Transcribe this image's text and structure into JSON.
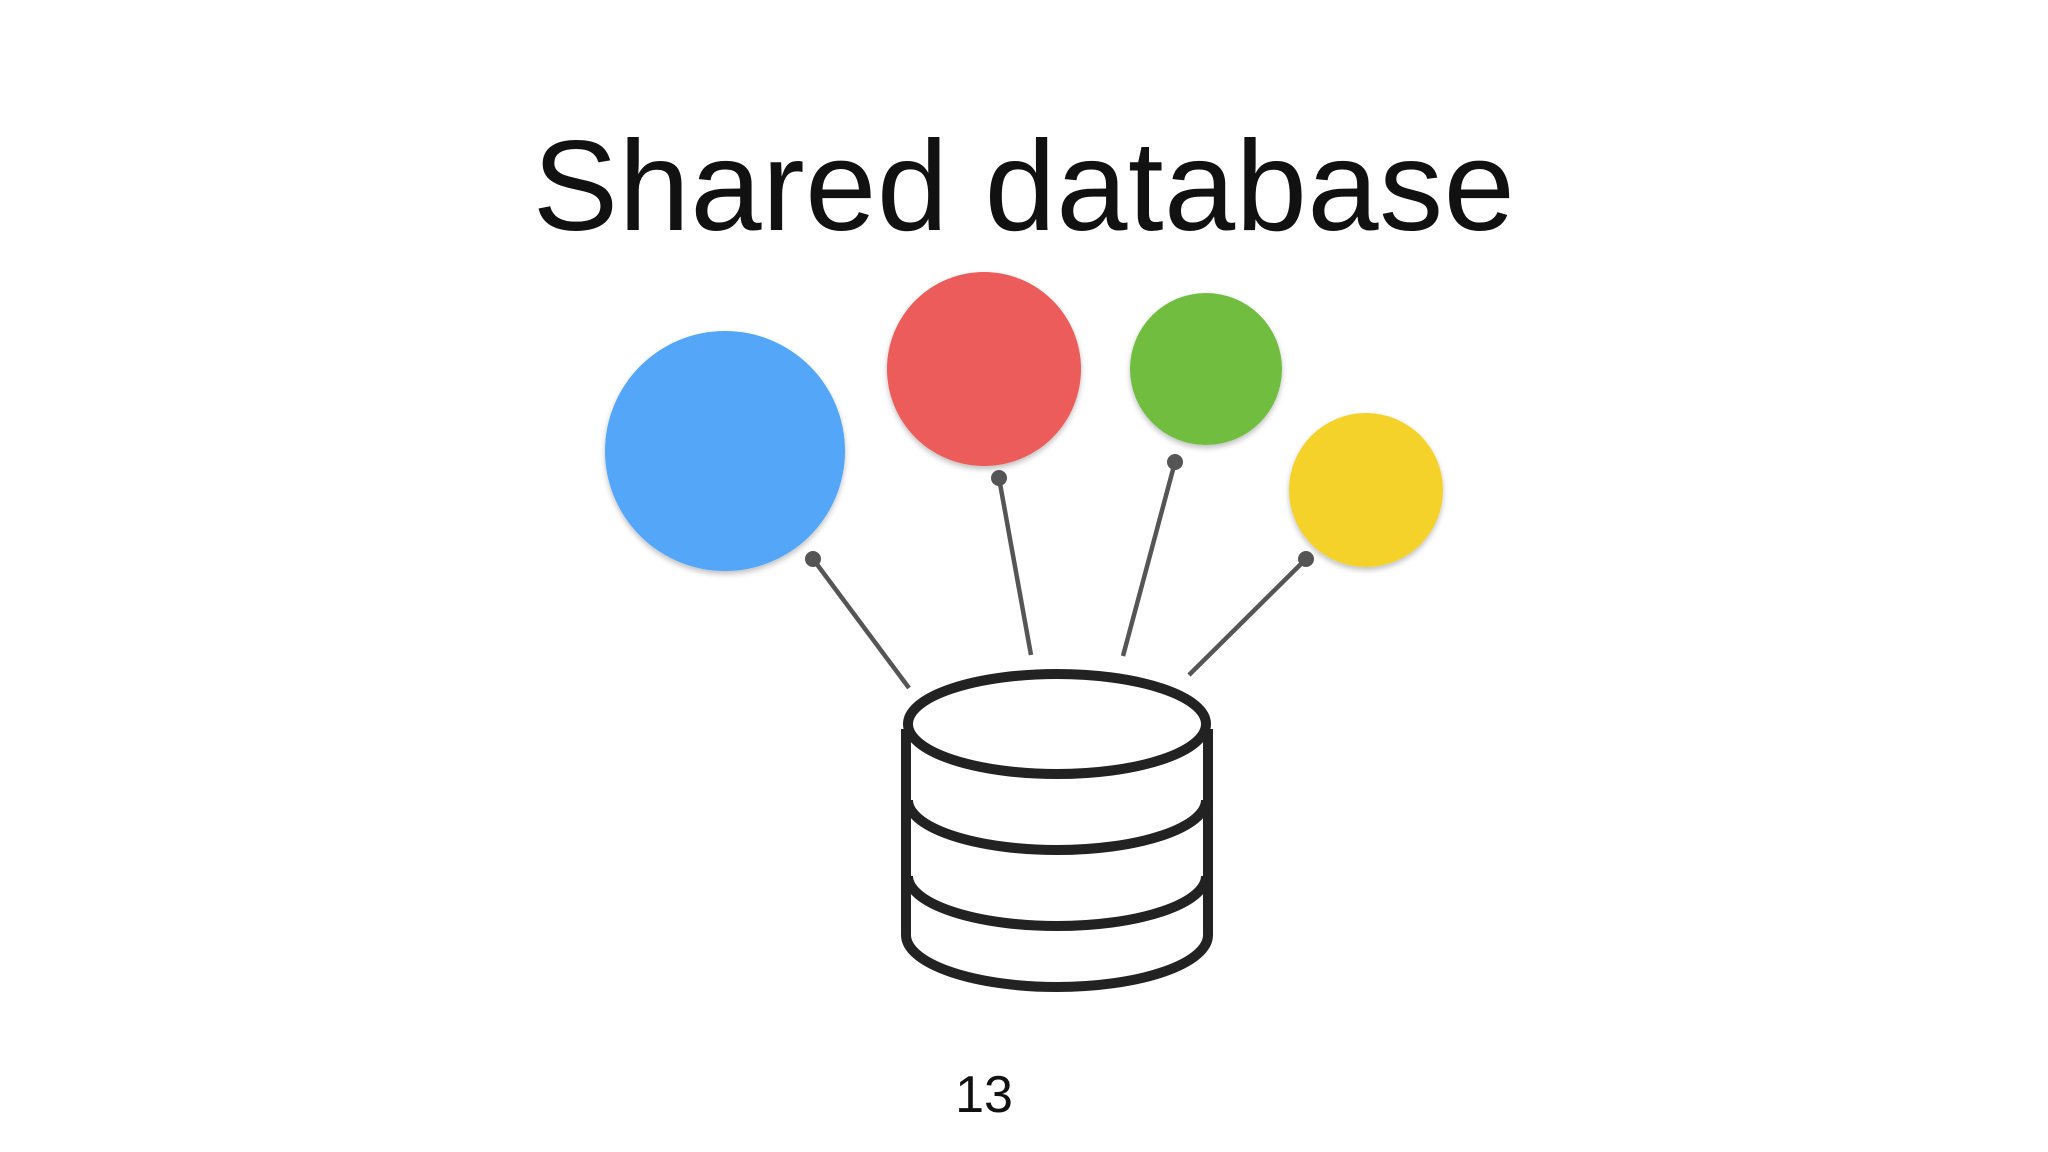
{
  "slide": {
    "title": "Shared database",
    "page_number": "13"
  },
  "services": [
    {
      "name": "blue-service-circle",
      "color": "#52a6f8"
    },
    {
      "name": "red-service-circle",
      "color": "#eb5c5a"
    },
    {
      "name": "green-service-circle",
      "color": "#70bd40"
    },
    {
      "name": "yellow-service-circle",
      "color": "#f4d22a"
    }
  ],
  "database": {
    "icon": "database-icon",
    "stroke_color": "#222222"
  },
  "connector_color": "#555555"
}
